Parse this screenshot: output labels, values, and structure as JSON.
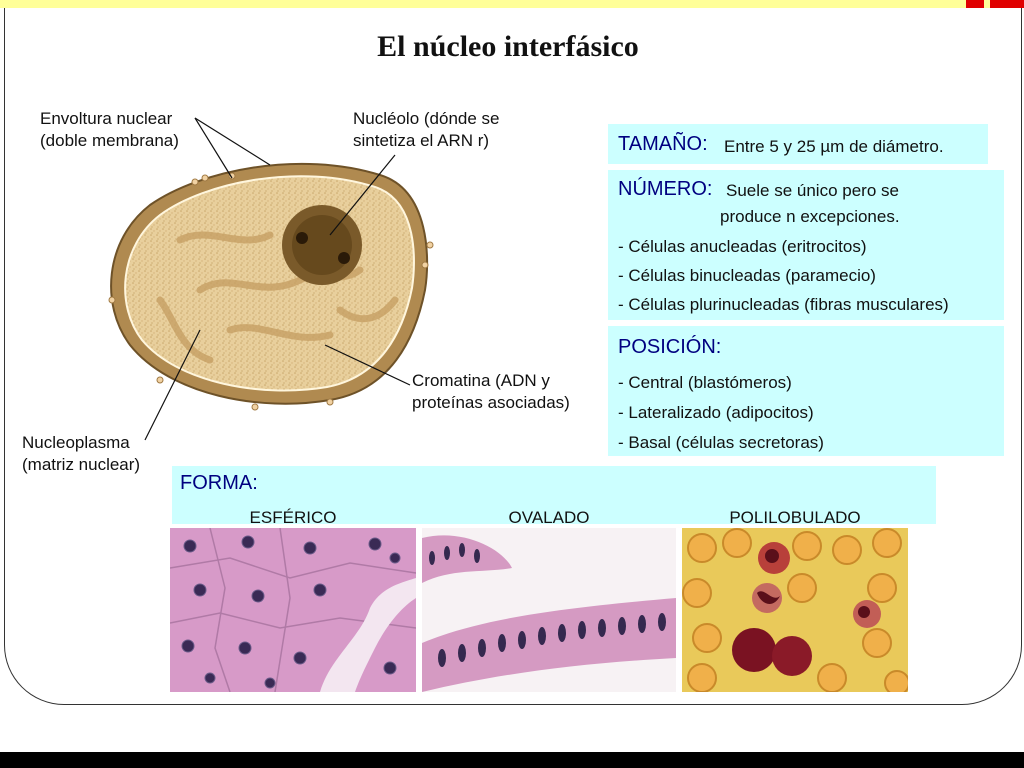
{
  "title": "El núcleo interfásico",
  "diagram": {
    "labels": {
      "envoltura": "Envoltura nuclear\n(doble membrana)",
      "nucleolo": "Nucléolo (dónde se\nsintetiza el ARN r)",
      "cromatina": "Cromatina (ADN y\nproteínas asociadas)",
      "nucleoplasma": "Nucleoplasma\n(matriz nuclear)"
    }
  },
  "tamano": {
    "heading": "TAMAÑO:",
    "text": "Entre 5 y 25 µm de diámetro."
  },
  "numero": {
    "heading": "NÚMERO:",
    "text1": "Suele se único  pero se",
    "text2": "produce n excepciones.",
    "items": [
      "- Células anucleadas (eritrocitos)",
      "- Células binucleadas (paramecio)",
      "- Células plurinucleadas (fibras musculares)"
    ]
  },
  "posicion": {
    "heading": "POSICIÓN:",
    "items": [
      "- Central (blastómeros)",
      "-  Lateralizado (adipocitos)",
      "-  Basal (células secretoras)"
    ]
  },
  "forma": {
    "heading": "FORMA:",
    "captions": [
      "ESFÉRICO",
      "OVALADO",
      "POLILOBULADO"
    ]
  },
  "colors": {
    "box_bg": "#ccffff",
    "heading": "#000080",
    "nucleus_fill": "#e6c994",
    "envelope": "#8a6a3a",
    "nucleolus": "#6b4a1e"
  }
}
